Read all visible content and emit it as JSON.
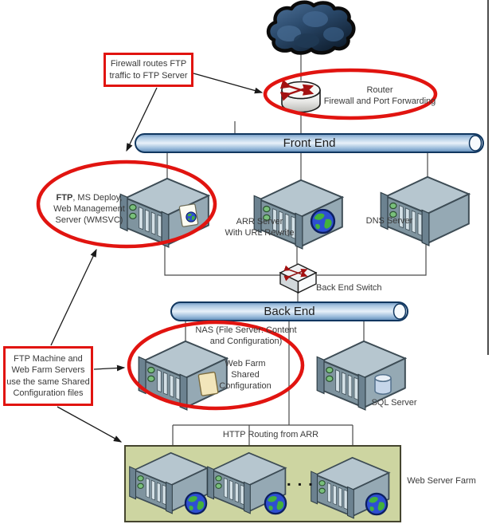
{
  "pipes": {
    "front": "Front End",
    "back": "Back End"
  },
  "router": {
    "label": "Router\nFirewall and Port Forwarding"
  },
  "switch": {
    "label": "Back End Switch"
  },
  "callouts": {
    "firewall_routes": "Firewall routes FTP\ntraffic to FTP Server",
    "shared_config": "FTP Machine and\nWeb Farm Servers\nuse the same Shared\nConfiguration files"
  },
  "servers": {
    "ftp": {
      "bold": "FTP",
      "rest": ", MS Deploy,\nWeb Management\nServer (WMSVC)"
    },
    "arr": {
      "label": "ARR Server\nWith URL Rewrite"
    },
    "dns": {
      "label": "DNS Server"
    },
    "nas": {
      "label": "NAS (File Server: Content\nand Configuration)",
      "shared": "Web Farm\nShared\nConfiguration"
    },
    "sql": {
      "label": "SQL Server"
    }
  },
  "routing": {
    "http": "HTTP Routing from ARR"
  },
  "farm": {
    "label": "Web Server Farm",
    "ellipsis": "▪ ▪ ▪"
  },
  "colors": {
    "highlight_red": "#e11410",
    "pipe_border_blue": "#10365f",
    "pipe_fill_blue": "#a9c6e2",
    "farm_green": "#cdd5a1",
    "cloud_navy": "#2b4a6c"
  }
}
